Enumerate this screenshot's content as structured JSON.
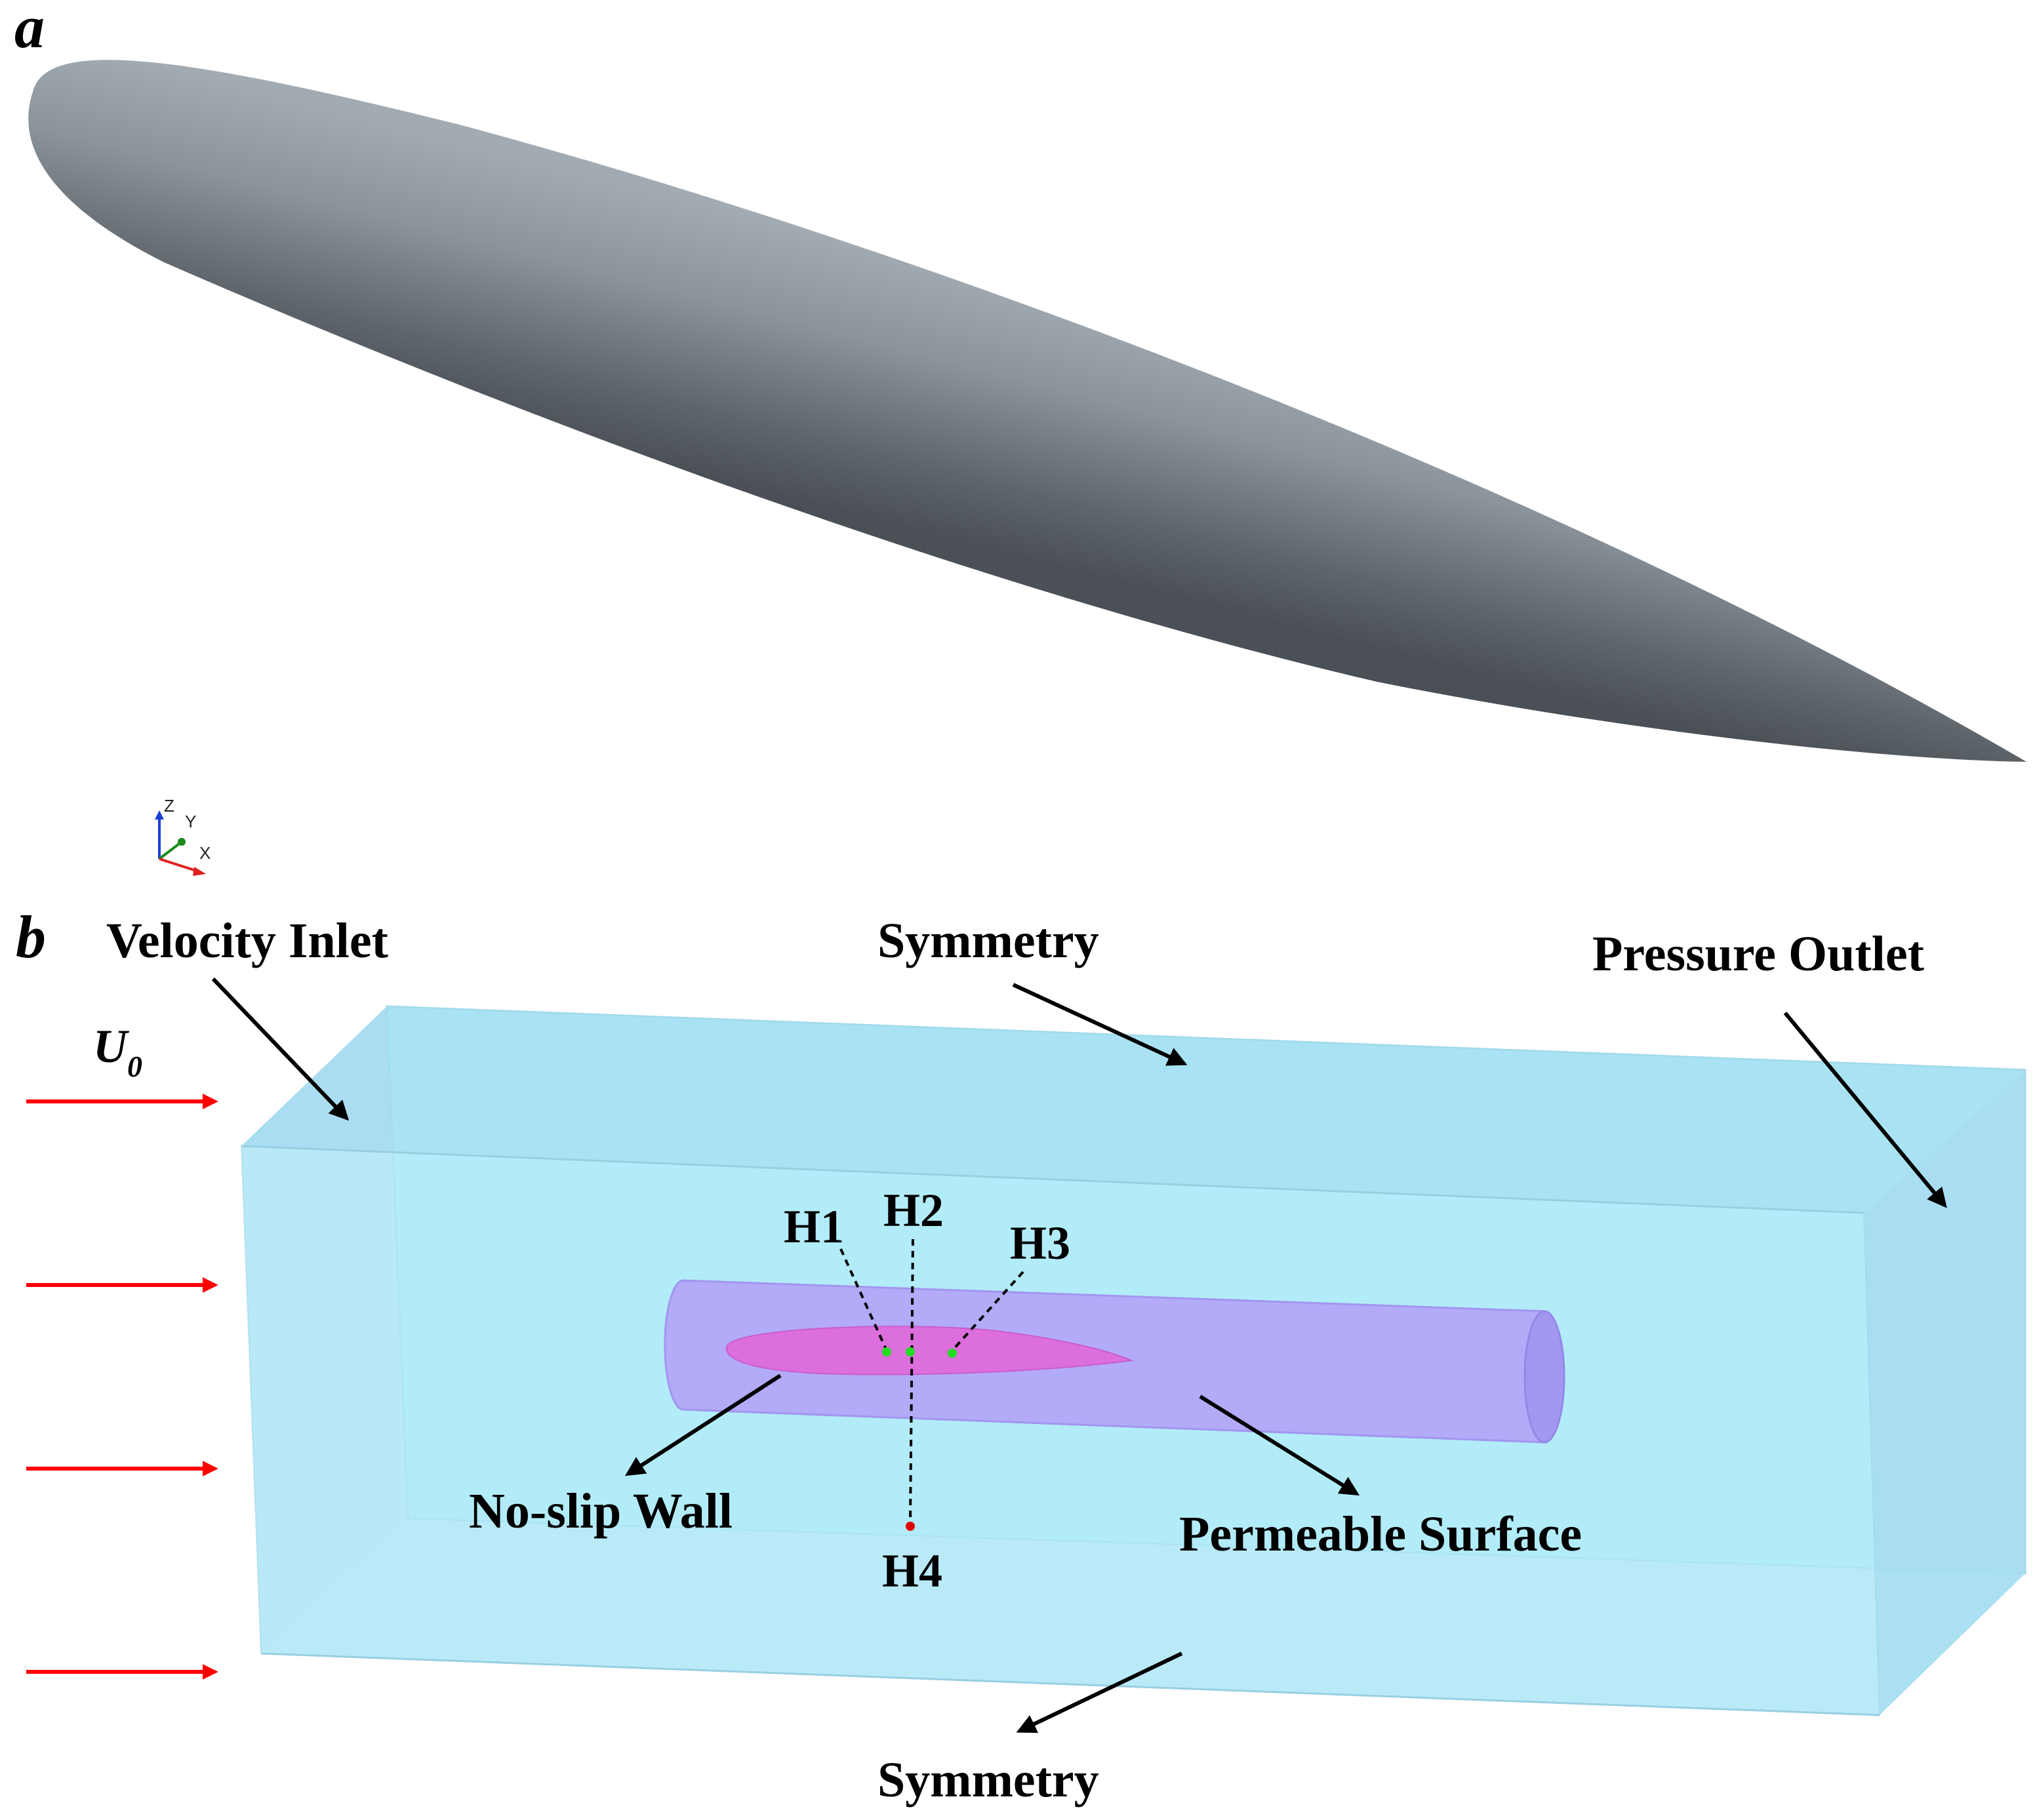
{
  "panel_a": {
    "label": "a"
  },
  "axes_triad": {
    "z": "Z",
    "y": "Y",
    "x": "X"
  },
  "panel_b": {
    "label": "b",
    "velocity_label": "U",
    "velocity_subscript": "0",
    "boundaries": {
      "velocity_inlet": "Velocity Inlet",
      "symmetry_top": "Symmetry",
      "pressure_outlet": "Pressure Outlet",
      "symmetry_bottom": "Symmetry",
      "no_slip_wall": "No-slip Wall",
      "permeable_surface": "Permeable Surface"
    },
    "probes": {
      "h1": "H1",
      "h2": "H2",
      "h3": "H3",
      "h4": "H4"
    }
  },
  "colors": {
    "hull": "#8e969d",
    "domain_fill": "#aeeaf7",
    "cylinder": "#b3aaf8",
    "body_section": "#dc6fdc",
    "flow_arrows": "#ff0000",
    "probe_green": "#22dd22",
    "probe_red": "#dd0000"
  }
}
